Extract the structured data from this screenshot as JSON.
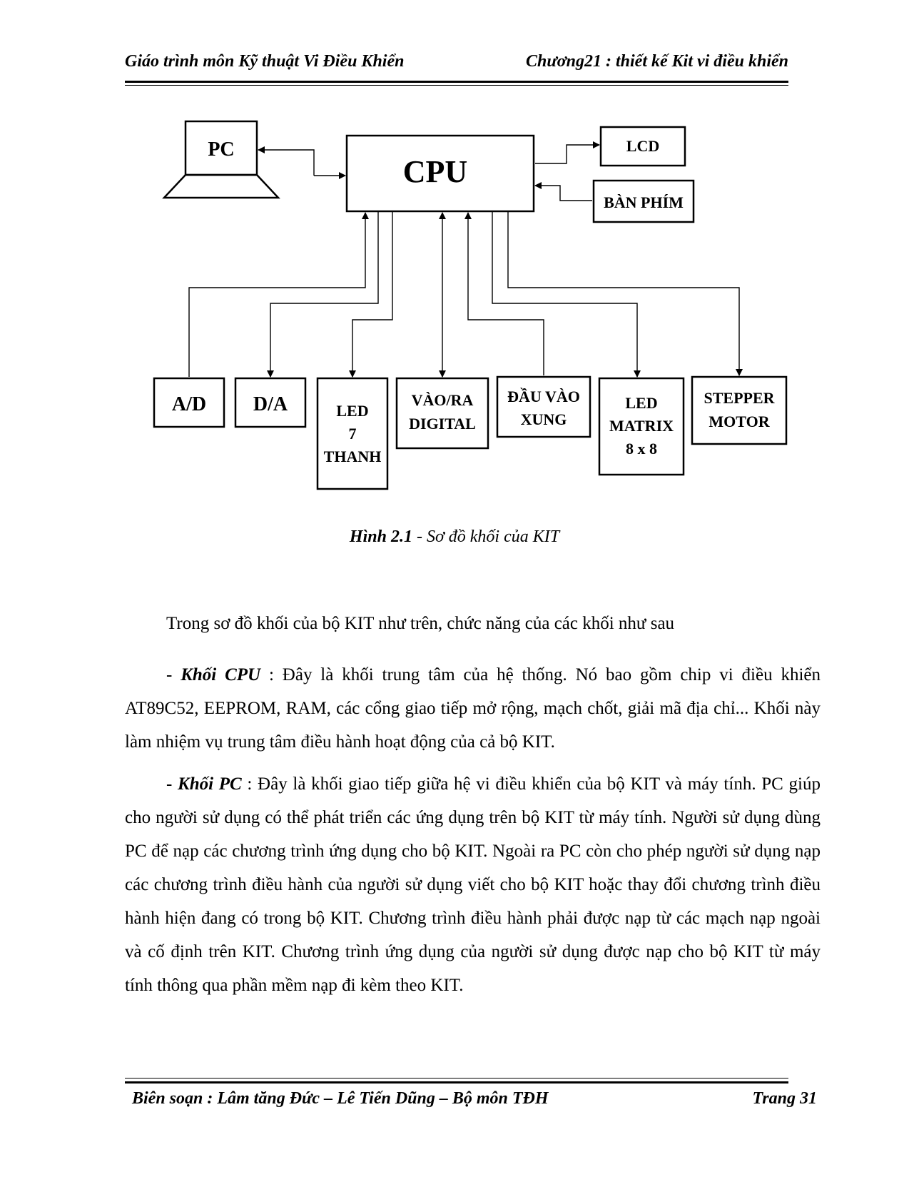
{
  "header": {
    "left": "Giáo trình môn Kỹ thuật Vi Điều Khiển",
    "right": "Chương21 : thiết kế Kit vi điều khiển"
  },
  "diagram": {
    "pc": "PC",
    "cpu": "CPU",
    "lcd": "LCD",
    "keypad": "BÀN PHÍM",
    "ad": "A/D",
    "da": "D/A",
    "led7": [
      "LED",
      "7",
      "THANH"
    ],
    "digital_io": [
      "VÀO/RA",
      "DIGITAL"
    ],
    "pulse_input": [
      "ĐẦU VÀO",
      "XUNG"
    ],
    "led_matrix": [
      "LED",
      "MATRIX",
      "8 x 8"
    ],
    "stepper": [
      "STEPPER",
      "MOTOR"
    ]
  },
  "caption": {
    "label": "Hình 2.1",
    "text": " - Sơ đồ khối của KIT"
  },
  "body": {
    "intro": "Trong sơ đồ khối của bộ KIT như trên, chức năng của các khối như sau",
    "cpu_dash": "-  ",
    "cpu_term": "Khối CPU",
    "cpu_text": " : Đây là khối trung tâm của hệ thống. Nó bao gồm chip vi điều khiển AT89C52, EEPROM, RAM, các cổng giao tiếp mở rộng, mạch chốt, giải mã địa chỉ... Khối này làm nhiệm  vụ trung tâm điều hành hoạt động của cả bộ KIT.",
    "pc_dash": "-  ",
    "pc_term": "Khối PC",
    "pc_text": " : Đây là khối giao tiếp giữa hệ vi điều khiển của bộ KIT và máy tính. PC giúp cho người sử dụng có thể phát triển các ứng dụng trên bộ KIT từ máy tính. Người sử dụng dùng PC để nạp các chương trình ứng dụng cho bộ KIT. Ngoài ra PC còn cho phép người sử dụng nạp các chương trình điều hành của người sử dụng viết cho bộ KIT hoặc thay đổi chương trình điều hành hiện đang có trong bộ KIT. Chương trình điều hành phải được nạp từ các mạch nạp ngoài và cố định trên KIT. Chương trình ứng dụng của người sử dụng được nạp cho bộ KIT từ máy tính thông qua phần mềm nạp đi kèm theo KIT."
  },
  "footer": {
    "left": "Biên soạn : Lâm tăng Đức – Lê Tiến Dũng – Bộ môn TĐH",
    "right": "Trang  31"
  }
}
